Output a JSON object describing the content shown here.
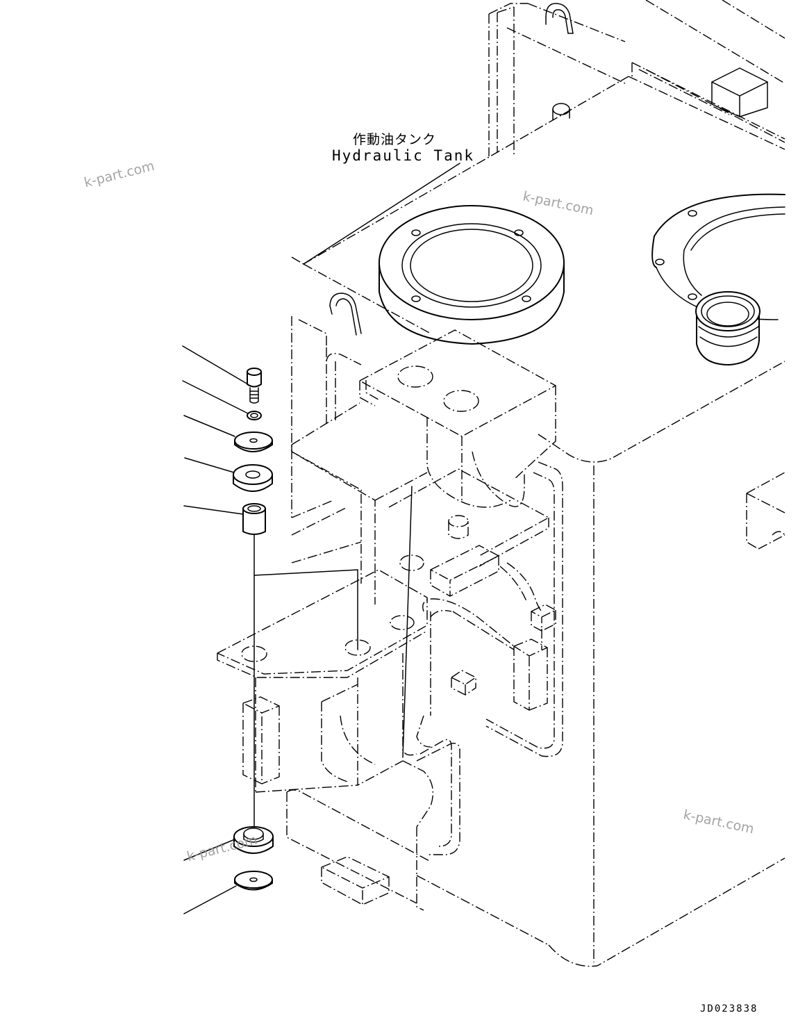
{
  "labels": {
    "tank_jp": "作動油タンク",
    "tank_en": "Hydraulic Tank",
    "drawing_code": "JD023838"
  },
  "watermark": "k-part.com"
}
